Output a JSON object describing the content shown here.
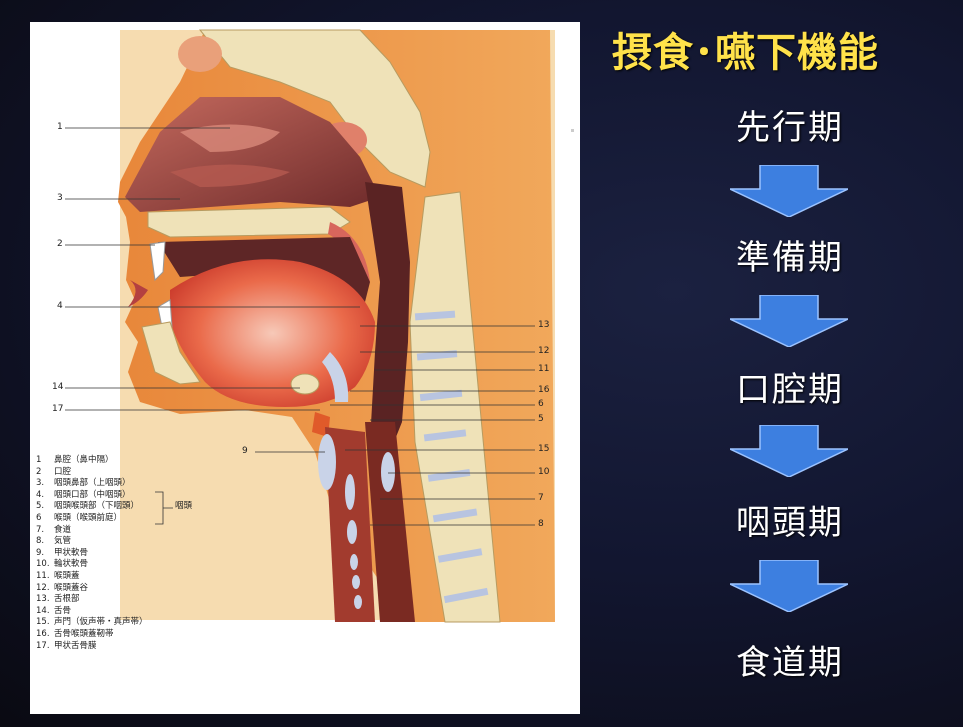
{
  "title": "摂食･嚥下機能",
  "stages": [
    {
      "label": "先行期"
    },
    {
      "label": "準備期"
    },
    {
      "label": "口腔期"
    },
    {
      "label": "咽頭期"
    },
    {
      "label": "食道期"
    }
  ],
  "diagram": {
    "left_labels": [
      "1",
      "3",
      "2",
      "4",
      "14",
      "17",
      "9"
    ],
    "right_labels": [
      "13",
      "12",
      "11",
      "16",
      "6",
      "5",
      "15",
      "10",
      "7",
      "8"
    ]
  },
  "legend": {
    "items": [
      {
        "num": "1",
        "text": "鼻腔（鼻中隔）"
      },
      {
        "num": "2",
        "text": "口腔"
      },
      {
        "num": "3.",
        "text": "咽頭鼻部（上咽頭）"
      },
      {
        "num": "4.",
        "text": "咽頭口部（中咽頭）"
      },
      {
        "num": "5.",
        "text": "咽頭喉頭部（下咽頭）"
      },
      {
        "num": "6",
        "text": "喉頭（喉頭前庭）"
      },
      {
        "num": "7.",
        "text": "食道"
      },
      {
        "num": "8.",
        "text": "気管"
      },
      {
        "num": "9.",
        "text": "甲状軟骨"
      },
      {
        "num": "10.",
        "text": "輪状軟骨"
      },
      {
        "num": "11.",
        "text": "喉頭蓋"
      },
      {
        "num": "12.",
        "text": "喉頭蓋谷"
      },
      {
        "num": "13.",
        "text": "舌根部"
      },
      {
        "num": "14.",
        "text": "舌骨"
      },
      {
        "num": "15.",
        "text": "声門（仮声帯・真声帯）"
      },
      {
        "num": "16.",
        "text": "舌骨喉頭蓋靭帯"
      },
      {
        "num": "17.",
        "text": "甲状舌骨膜"
      }
    ],
    "group_label": "咽頭"
  },
  "colors": {
    "title": "#ffe24a",
    "arrow": "#3d7fe0",
    "background": "#121630"
  }
}
